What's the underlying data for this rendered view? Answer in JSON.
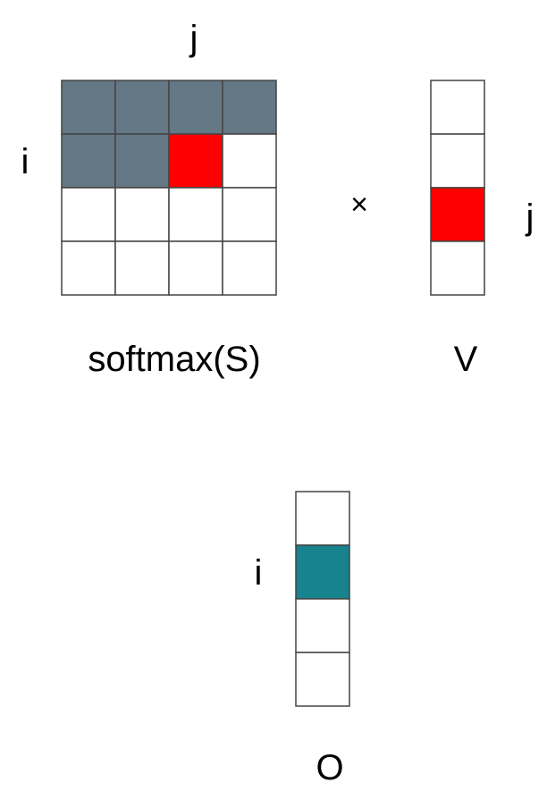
{
  "colors": {
    "past": "#647885",
    "current": "#ff0000",
    "output": "#16838f",
    "empty": "#ffffff",
    "border": "#444444"
  },
  "softmax_matrix": {
    "name": "softmax(S)",
    "col_index": "j",
    "row_index": "i",
    "cells": [
      [
        "past",
        "past",
        "past",
        "past"
      ],
      [
        "past",
        "past",
        "current",
        "empty"
      ],
      [
        "empty",
        "empty",
        "empty",
        "empty"
      ],
      [
        "empty",
        "empty",
        "empty",
        "empty"
      ]
    ]
  },
  "operator": "×",
  "v_vector": {
    "name": "V",
    "row_index": "j",
    "cells": [
      "empty",
      "empty",
      "current",
      "empty"
    ]
  },
  "o_vector": {
    "name": "O",
    "row_index": "i",
    "cells": [
      "empty",
      "output",
      "empty",
      "empty"
    ]
  }
}
